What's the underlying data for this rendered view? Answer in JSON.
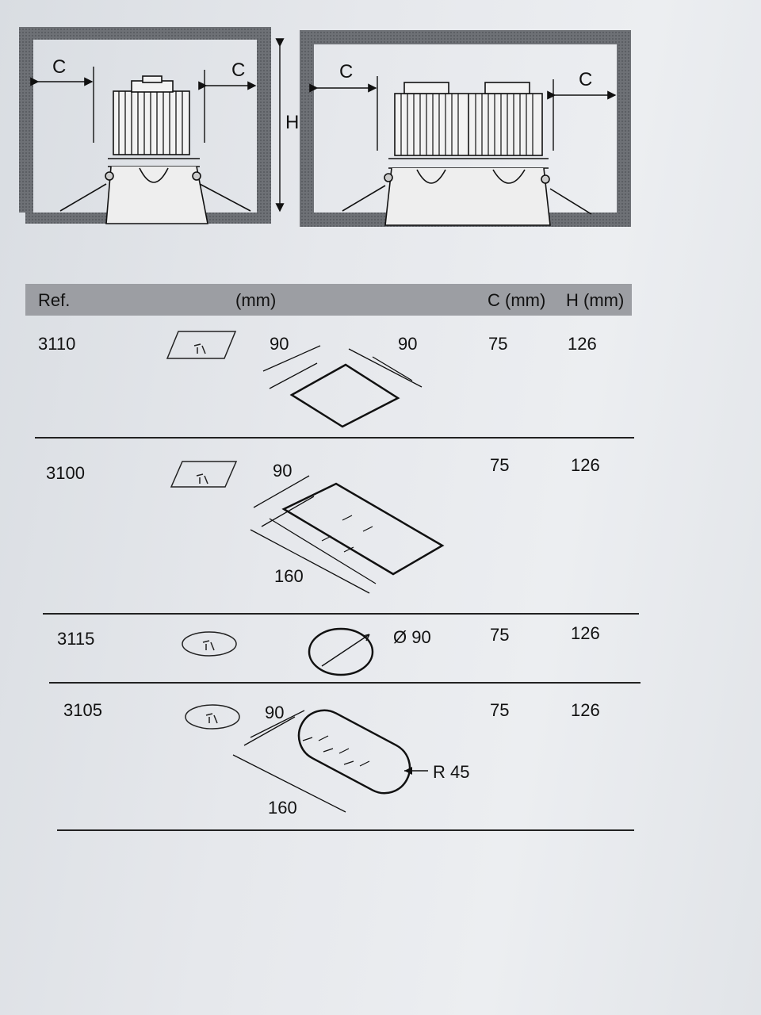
{
  "diagram": {
    "labels": {
      "c": "C",
      "h": "H"
    }
  },
  "table": {
    "headers": {
      "ref": "Ref.",
      "mm": "(mm)",
      "c": "C (mm)",
      "h": "H (mm)"
    },
    "rows": [
      {
        "ref": "3110",
        "dim_a": "90",
        "dim_b": "90",
        "c": "75",
        "h": "126"
      },
      {
        "ref": "3100",
        "dim_a": "90",
        "dim_b": "160",
        "c": "75",
        "h": "126"
      },
      {
        "ref": "3115",
        "dim_a": "Ø 90",
        "c": "75",
        "h": "126"
      },
      {
        "ref": "3105",
        "dim_a": "90",
        "dim_b": "160",
        "dim_r": "R 45",
        "c": "75",
        "h": "126"
      }
    ]
  },
  "colors": {
    "ink": "#1c1c1e",
    "header_band": "#9c9ea3",
    "paper": "#e6e8ec"
  }
}
